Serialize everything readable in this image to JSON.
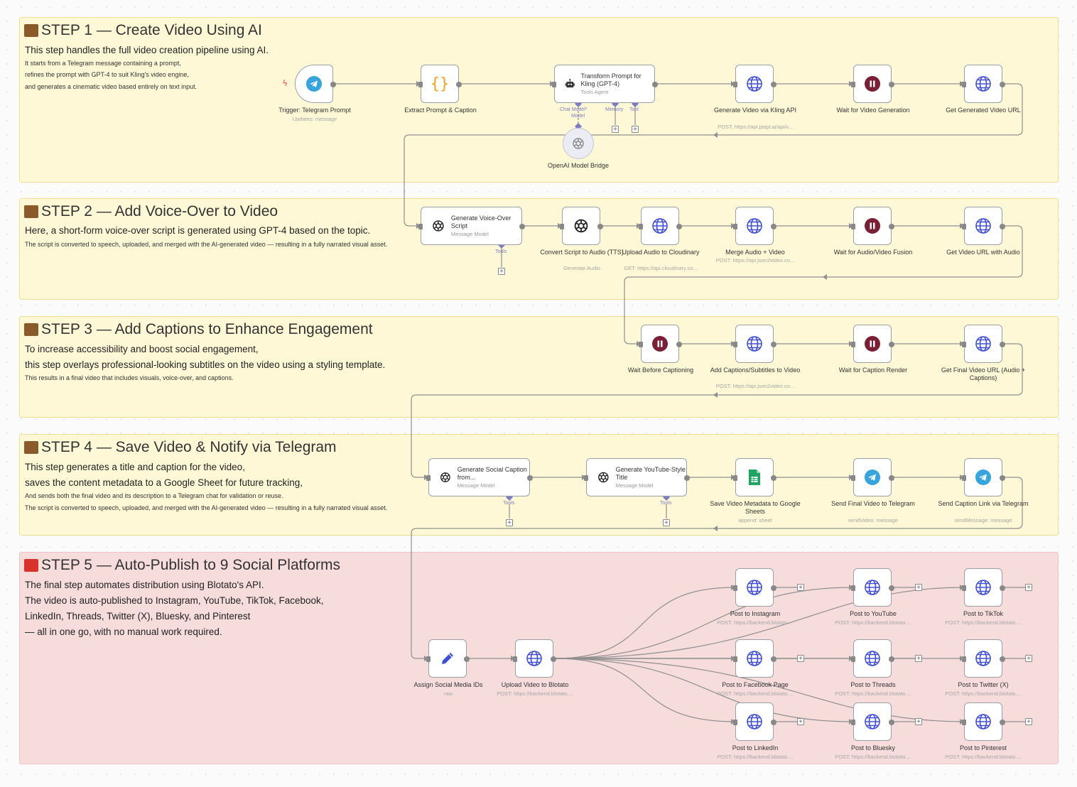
{
  "steps": [
    {
      "title": "STEP 1 — Create Video Using AI",
      "lines_big": [
        "This step handles the full video creation pipeline using AI."
      ],
      "lines_small": [
        "It starts from a Telegram message containing a prompt,",
        "refines the prompt with GPT-4 to suit Kling's video engine,",
        "and generates a cinematic video based entirely on text input."
      ]
    },
    {
      "title": "STEP 2 — Add Voice-Over to Video",
      "lines_big": [
        "Here, a short-form voice-over script is generated using GPT-4 based on the topic."
      ],
      "lines_small": [
        "The script is converted to speech, uploaded, and merged with the AI-generated video — resulting in a fully narrated visual asset."
      ]
    },
    {
      "title": "STEP 3 — Add Captions to Enhance Engagement",
      "lines_big": [
        "To increase accessibility and boost social engagement,",
        "this step overlays professional-looking subtitles on the video using a styling template."
      ],
      "lines_small": [
        "This results in a final video that includes visuals, voice-over, and captions."
      ]
    },
    {
      "title": "STEP 4 — Save Video & Notify via Telegram",
      "lines_big": [
        "This step generates a title and caption for the video,",
        "saves the content metadata to a Google Sheet for future tracking,"
      ],
      "lines_small": [
        "And sends both the final video and its description to a Telegram chat for validation or reuse.",
        "The script is converted to speech, uploaded, and merged with the AI-generated video — resulting in a fully narrated visual asset."
      ]
    },
    {
      "title": "STEP 5 — Auto-Publish to 9 Social Platforms",
      "lines_big": [
        "The final step automates distribution using Blotato's API.",
        "The video is auto-published to Instagram, YouTube, TikTok, Facebook,",
        "LinkedIn, Threads, Twitter (X), Bluesky, and Pinterest",
        "— all in one go, with no manual work required."
      ],
      "lines_small": []
    }
  ],
  "nodes": {
    "trigger": {
      "label": "Trigger: Telegram Prompt",
      "sub": "Updates: message",
      "icon": "telegram-icon"
    },
    "extract": {
      "label": "Extract Prompt & Caption",
      "sub": "",
      "icon": "braces-icon"
    },
    "transform": {
      "label": "Transform Prompt for Kling (GPT-4)",
      "sub": "Tools Agent",
      "icon": "robot-icon"
    },
    "openai_bridge": {
      "label": "OpenAI Model Bridge",
      "icon": "openai-icon"
    },
    "kling": {
      "label": "Generate Video via Kling API",
      "sub": "POST: https://api.piapi.ai/api/v...",
      "icon": "globe-icon"
    },
    "wait_gen": {
      "label": "Wait for Video Generation",
      "sub": "",
      "icon": "pause-icon"
    },
    "get_gen": {
      "label": "Get Generated Video URL",
      "sub": "",
      "icon": "globe-icon"
    },
    "voice_script": {
      "label": "Generate Voice-Over Script",
      "sub": "Message Model",
      "icon": "openai-icon"
    },
    "tts": {
      "label": "Convert Script to Audio (TTS)",
      "sub": "Generate Audio",
      "icon": "openai-icon"
    },
    "upload_audio": {
      "label": "Upload Audio to Cloudinary",
      "sub": "GET: https://api.cloudinary.co...",
      "icon": "globe-icon"
    },
    "merge": {
      "label": "Merge Audio + Video",
      "sub": "POST: https://api.json2video.co...",
      "icon": "globe-icon"
    },
    "wait_fusion": {
      "label": "Wait for Audio/Video Fusion",
      "sub": "",
      "icon": "pause-icon"
    },
    "get_audio_url": {
      "label": "Get Video URL with Audio",
      "sub": "",
      "icon": "globe-icon"
    },
    "wait_caption": {
      "label": "Wait Before Captioning",
      "sub": "",
      "icon": "pause-icon"
    },
    "add_captions": {
      "label": "Add Captions/Subtitles to Video",
      "sub": "POST: https://api.json2video.co...",
      "icon": "globe-icon"
    },
    "wait_render": {
      "label": "Wait for Caption Render",
      "sub": "",
      "icon": "pause-icon"
    },
    "get_final": {
      "label": "Get Final Video URL (Audio + Captions)",
      "sub": "",
      "icon": "globe-icon"
    },
    "social_caption": {
      "label": "Generate Social Caption from...",
      "sub": "Message Model",
      "icon": "openai-icon"
    },
    "yt_title": {
      "label": "Generate YouTube-Style Title",
      "sub": "Message Model",
      "icon": "openai-icon"
    },
    "save_sheet": {
      "label": "Save Video Metadata to Google Sheets",
      "sub": "append: sheet",
      "icon": "sheets-icon"
    },
    "send_video": {
      "label": "Send Final Video to Telegram",
      "sub": "sendVideo: message",
      "icon": "telegram-icon"
    },
    "send_link": {
      "label": "Send Caption Link via Telegram",
      "sub": "sendMessage: message",
      "icon": "telegram-icon"
    },
    "assign_ids": {
      "label": "Assign Social Media IDs",
      "sub": "raw",
      "icon": "pen-icon"
    },
    "upload_blotato": {
      "label": "Upload Video to Blotato",
      "sub": "POST: https://backend.blotato....",
      "icon": "globe-icon"
    },
    "p_instagram": {
      "label": "Post to Instagram",
      "sub": "POST: https://backend.blotato....",
      "icon": "globe-icon"
    },
    "p_youtube": {
      "label": "Post to YouTube",
      "sub": "POST: https://backend.blotato....",
      "icon": "globe-icon"
    },
    "p_tiktok": {
      "label": "Post to TikTok",
      "sub": "POST: https://backend.blotato....",
      "icon": "globe-icon"
    },
    "p_facebook": {
      "label": "Post to Facebook Page",
      "sub": "POST: https://backend.blotato....",
      "icon": "globe-icon"
    },
    "p_threads": {
      "label": "Post to Threads",
      "sub": "POST: https://backend.blotato....",
      "icon": "globe-icon"
    },
    "p_twitter": {
      "label": "Post to Twitter (X)",
      "sub": "POST: https://backend.blotato....",
      "icon": "globe-icon"
    },
    "p_linkedin": {
      "label": "Post to LinkedIn",
      "sub": "POST: https://backend.blotato....",
      "icon": "globe-icon"
    },
    "p_bluesky": {
      "label": "Post to Bluesky",
      "sub": "POST: https://backend.blotato....",
      "icon": "globe-icon"
    },
    "p_pinterest": {
      "label": "Post to Pinterest",
      "sub": "POST: https://backend.blotato....",
      "icon": "globe-icon"
    }
  },
  "handles": {
    "chat_model": "Chat Model*",
    "chat_model_2": "Model",
    "memory": "Memory",
    "tool": "Tool",
    "tools": "Tools"
  },
  "colors": {
    "sticky_yellow": "#fff8d7",
    "sticky_red": "#f7dcdc",
    "globe": "#4250d6",
    "pause": "#7a1f35",
    "telegram": "#37a4dd",
    "sheets": "#1fa463",
    "braces": "#f0a21b",
    "pen": "#3d4ed8",
    "handle": "#7c7cc4"
  }
}
